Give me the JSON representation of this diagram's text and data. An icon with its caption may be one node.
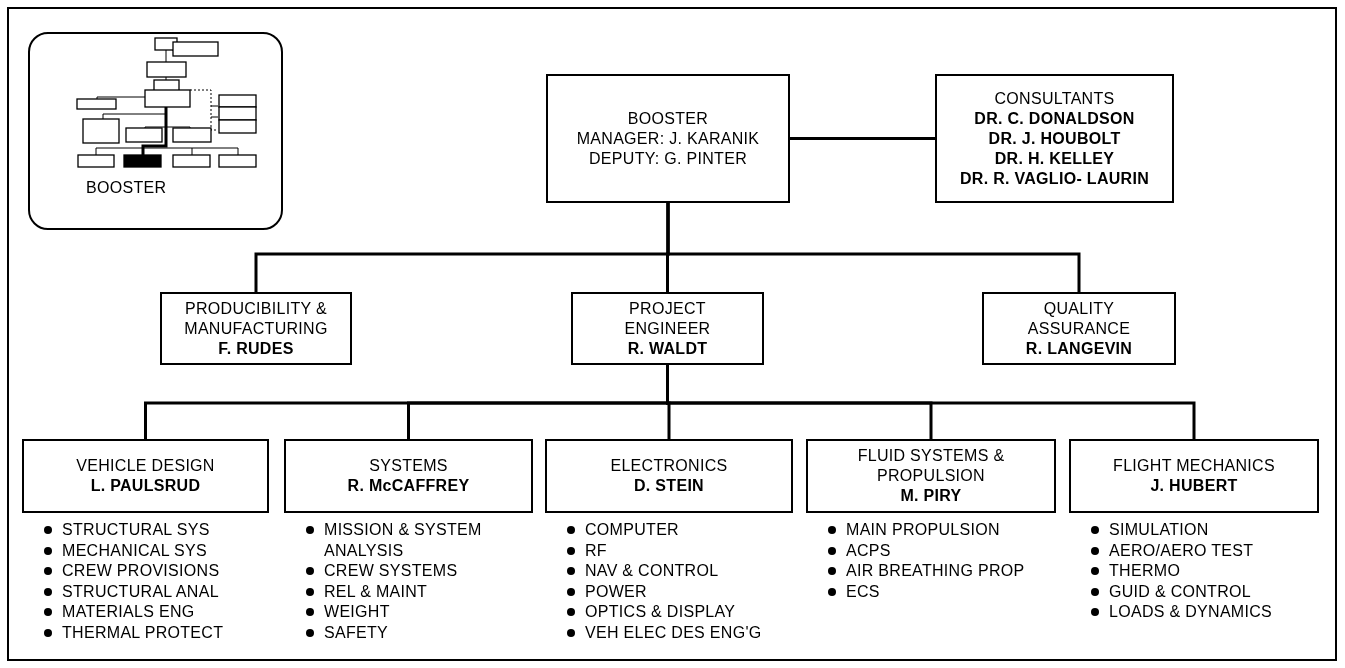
{
  "diagram": {
    "nodes": [
      {
        "text": [
          "BOOSTER"
        ]
      },
      {
        "text": [
          "BOOSTER",
          "MANAGER: J. KARANIK",
          "DEPUTY: G. PINTER"
        ]
      },
      {
        "text": [
          "CONSULTANTS",
          "DR. C. DONALDSON",
          "DR. J. HOUBOLT",
          "DR. H. KELLEY",
          "DR. R. VAGLIO- LAURIN"
        ]
      },
      {
        "text": [
          "PRODUCIBILITY & MANUFACTURING",
          "F. RUDES"
        ]
      },
      {
        "text": [
          "PROJECT ENGINEER",
          "R. WALDT"
        ]
      },
      {
        "text": [
          "QUALITY ASSURANCE",
          "R. LANGEVIN"
        ]
      },
      {
        "text": [
          "VEHICLE DESIGN",
          "L. PAULSRUD"
        ],
        "beside": [
          "STRUCTURAL SYS",
          "MECHANICAL SYS",
          "CREW PROVISIONS",
          "STRUCTURAL ANAL",
          "MATERIALS ENG",
          "THERMAL PROTECT"
        ]
      },
      {
        "text": [
          "SYSTEMS",
          "R. McCAFFREY"
        ],
        "beside": [
          "MISSION & SYSTEM ANALYSIS",
          "CREW SYSTEMS",
          "REL & MAINT",
          "WEIGHT",
          "SAFETY"
        ]
      },
      {
        "text": [
          "ELECTRONICS",
          "D. STEIN"
        ],
        "beside": [
          "COMPUTER",
          "RF",
          "NAV & CONTROL",
          "POWER",
          "OPTICS & DISPLAY",
          "VEH ELEC DES ENG'G"
        ]
      },
      {
        "text": [
          "FLUID SYSTEMS & PROPULSION",
          "M. PIRY"
        ],
        "beside": [
          "MAIN PROPULSION",
          "ACPS",
          "AIR BREATHING PROP",
          "ECS"
        ]
      },
      {
        "text": [
          "FLIGHT MECHANICS",
          "J. HUBERT"
        ],
        "beside": [
          "SIMULATION",
          "AERO/AERO TEST",
          "THERMO",
          "GUID & CONTROL",
          "LOADS & DYNAMICS"
        ]
      }
    ],
    "edges": [
      {
        "from": 1,
        "to": 2,
        "arrow": "none"
      },
      {
        "from": 1,
        "to": 3,
        "arrow": "none"
      },
      {
        "from": 1,
        "to": 4,
        "arrow": "none"
      },
      {
        "from": 1,
        "to": 5,
        "arrow": "none"
      },
      {
        "from": 4,
        "to": 6,
        "arrow": "none"
      },
      {
        "from": 4,
        "to": 7,
        "arrow": "none"
      },
      {
        "from": 4,
        "to": 8,
        "arrow": "none"
      },
      {
        "from": 4,
        "to": 9,
        "arrow": "none"
      },
      {
        "from": 4,
        "to": 10,
        "arrow": "none"
      }
    ]
  }
}
